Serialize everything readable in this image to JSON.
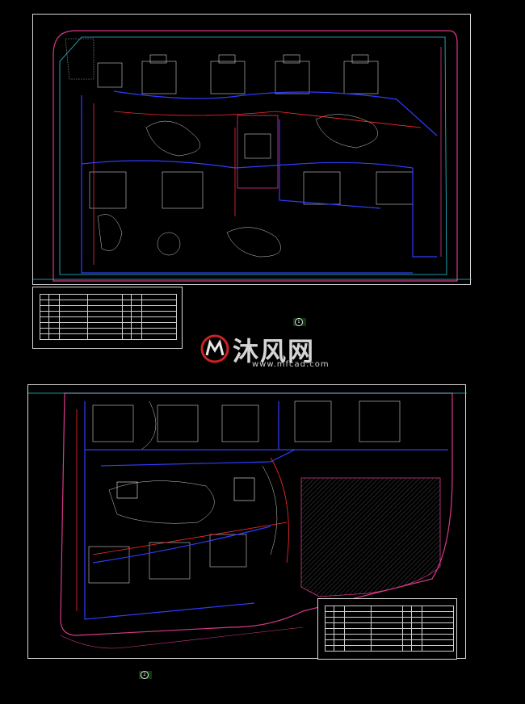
{
  "colors": {
    "background": "#000000",
    "frame": "#d8d8d8",
    "boundary": "#d63a8a",
    "road": "#27c7d8",
    "pipe_blue": "#2f3cff",
    "pipe_red": "#ff2a2a",
    "building": "#cfcfcf",
    "label_green": "#22ee55"
  },
  "top_plan": {
    "label_number": "1",
    "label_text": "",
    "legend_title": "",
    "legend_note": ""
  },
  "bottom_plan": {
    "label_number": "2",
    "label_text": "",
    "legend_title": "",
    "legend_note": ""
  },
  "side_notes": {
    "top": "",
    "bottom": ""
  },
  "watermark": {
    "logo_icon": "mf-logo-icon",
    "name": "沐风网",
    "url": "www.mfcad.com"
  }
}
